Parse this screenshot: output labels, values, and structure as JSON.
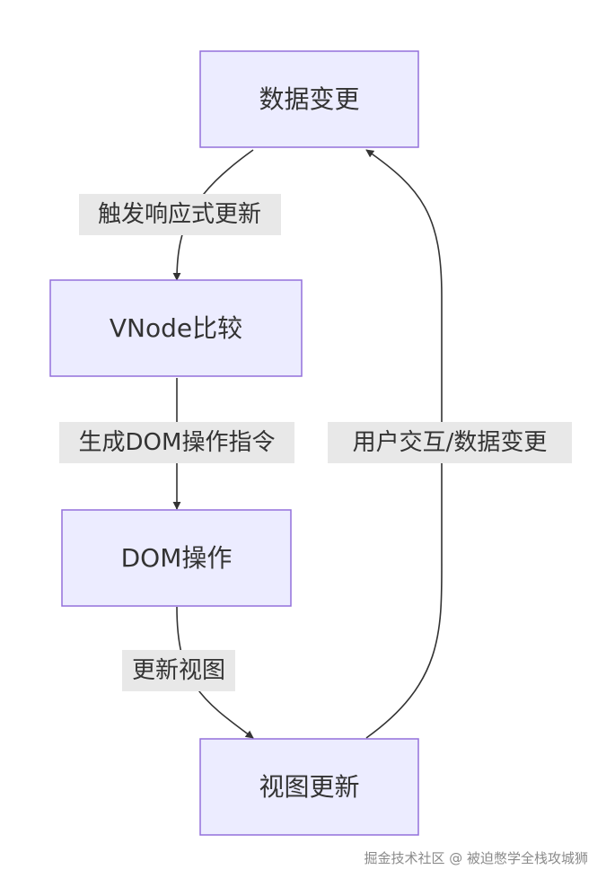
{
  "flowchart": {
    "nodes": {
      "data_change": "数据变更",
      "vnode_compare": "VNode比较",
      "dom_ops": "DOM操作",
      "view_update": "视图更新"
    },
    "edges": {
      "reactive_update": "触发响应式更新",
      "gen_dom_ops": "生成DOM操作指令",
      "update_view": "更新视图",
      "user_interaction": "用户交互/数据变更"
    }
  },
  "watermark": "掘金技术社区 @ 被迫憋学全栈攻城狮",
  "colors": {
    "node_fill": "#ECECFF",
    "node_stroke": "#9370DB",
    "edge": "#333333",
    "label_bg": "#e8e8e8"
  }
}
